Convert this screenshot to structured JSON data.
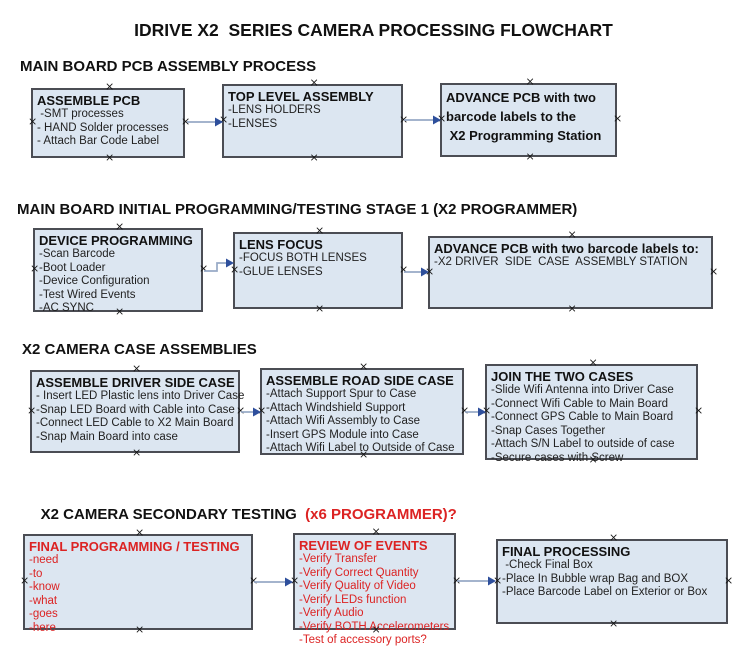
{
  "page_title": "IDRIVE X2  SERIES CAMERA PROCESSING FLOWCHART",
  "icons": {
    "connection_handle": "×",
    "arrow": "→"
  },
  "colors": {
    "box_fill": "#dce6f1",
    "box_border": "#4b4d54",
    "arrow_line": "#97a9c6",
    "arrow_head": "#2e4f9c",
    "red_text": "#dc2323",
    "black_text": "#111111"
  },
  "sections": [
    {
      "header": "MAIN BOARD PCB ASSEMBLY PROCESS",
      "boxes": [
        {
          "title": "ASSEMBLE PCB",
          "items": [
            " -SMT processes",
            "- HAND Solder processes",
            "- Attach Bar Code Label"
          ]
        },
        {
          "title": "TOP LEVEL ASSEMBLY",
          "items": [
            "-LENS HOLDERS",
            "-LENSES"
          ]
        },
        {
          "title_lines": [
            "ADVANCE PCB with two",
            "barcode labels to the",
            " X2 Programming Station"
          ]
        }
      ]
    },
    {
      "header": "MAIN BOARD INITIAL PROGRAMMING/TESTING STAGE 1 (X2 PROGRAMMER)",
      "boxes": [
        {
          "title": "DEVICE PROGRAMMING",
          "items": [
            "-Scan Barcode",
            "-Boot Loader",
            "-Device Configuration",
            "-Test Wired Events",
            "-AC SYNC"
          ]
        },
        {
          "title": "LENS FOCUS",
          "items": [
            "-FOCUS BOTH LENSES",
            "-GLUE LENSES"
          ]
        },
        {
          "title": "ADVANCE PCB with two barcode labels to:",
          "items": [
            "-X2 DRIVER  SIDE  CASE  ASSEMBLY STATION"
          ]
        }
      ]
    },
    {
      "header": "X2 CAMERA CASE ASSEMBLIES",
      "boxes": [
        {
          "title": "ASSEMBLE DRIVER SIDE CASE",
          "items": [
            "- Insert LED Plastic lens into Driver Case",
            "-Snap LED Board with Cable into Case",
            "-Connect LED Cable to X2 Main Board",
            "-Snap Main Board into case"
          ]
        },
        {
          "title": "ASSEMBLE ROAD SIDE CASE",
          "items": [
            "-Attach Support Spur to Case",
            "-Attach Windshield Support",
            "-Attach Wifi Assembly to Case",
            "-Insert GPS Module into Case",
            "-Attach Wifi Label to Outside of Case"
          ]
        },
        {
          "title": "JOIN THE TWO CASES",
          "items": [
            "-Slide Wifi Antenna into Driver Case",
            "-Connect Wifi Cable to Main Board",
            "-Connect GPS Cable to Main Board",
            "-Snap Cases Together",
            "-Attach S/N Label to outside of case",
            "-Secure cases with Screw"
          ]
        }
      ]
    },
    {
      "header": "X2 CAMERA SECONDARY TESTING  ",
      "header_suffix": "(x6 PROGRAMMER)?",
      "boxes": [
        {
          "title": "FINAL PROGRAMMING / TESTING",
          "items": [
            "-need",
            "-to",
            "-know",
            "-what",
            "-goes",
            "-here"
          ]
        },
        {
          "title": "REVIEW OF EVENTS",
          "items": [
            "-Verify Transfer",
            "-Verify Correct Quantity",
            "-Verify Quality of Video",
            "-Verify LEDs function",
            "-Verify Audio",
            "-Verify BOTH Accelerometers",
            "-Test of accessory ports?"
          ]
        },
        {
          "title": "FINAL PROCESSING",
          "items": [
            " -Check Final Box",
            "-Place In Bubble wrap Bag and BOX",
            "-Place Barcode Label on Exterior or Box"
          ]
        }
      ]
    }
  ]
}
